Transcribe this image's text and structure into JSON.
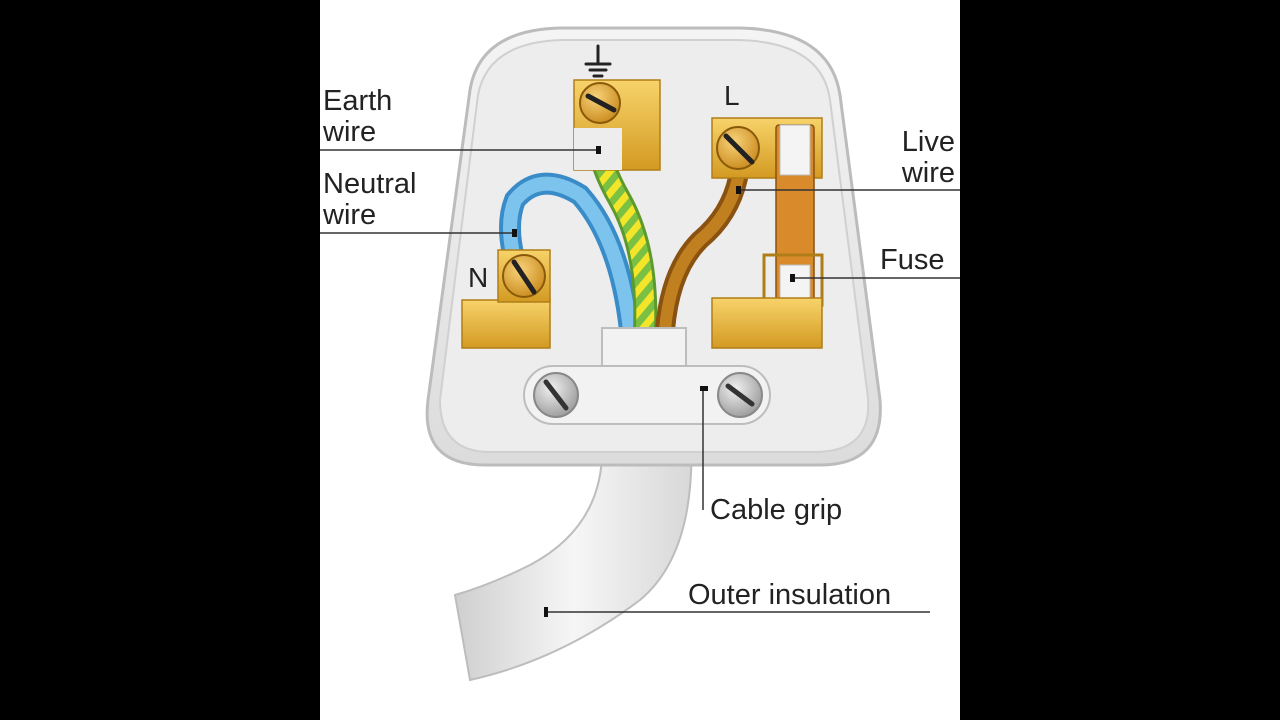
{
  "labels": {
    "earth_wire": [
      "Earth",
      "wire"
    ],
    "neutral_wire": [
      "Neutral",
      "wire"
    ],
    "live_wire": [
      "Live",
      "wire"
    ],
    "fuse": "Fuse",
    "cable_grip": "Cable grip",
    "outer_insulation": "Outer insulation"
  },
  "terminal_markers": {
    "neutral": "N",
    "live": "L",
    "earth_symbol": "earth-ground-icon"
  },
  "colors": {
    "background": "#000000",
    "panel": "#ffffff",
    "plug_body": "#e6e6e6",
    "brass": "#e8b13a",
    "neutral_wire": "#5aaee0",
    "live_wire": "#b8731a",
    "earth_wire_green": "#7ac143",
    "earth_wire_yellow": "#f2e52a",
    "fuse_body": "#d98a2a"
  }
}
